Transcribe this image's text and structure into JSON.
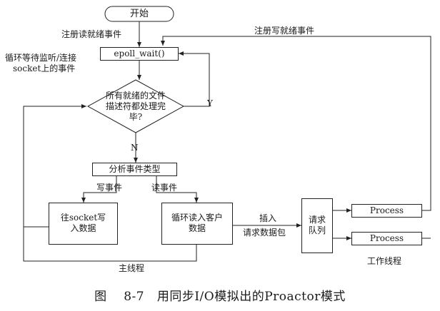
{
  "nodes": {
    "start": "开始",
    "epoll_wait": "epoll_wait()",
    "decision": "所有就绪的文件描述符都处理完毕?",
    "analyze": "分析事件类型",
    "write_socket": "往socket写入数据",
    "read_loop": "循环读入客户数据",
    "queue": "请求队列",
    "process1": "Process",
    "process2": "Process"
  },
  "labels": {
    "register_read": "注册读就绪事件",
    "loop_wait": "循环等待监听/连接",
    "loop_wait_2": "socket上的事件",
    "register_write": "注册写就绪事件",
    "yes": "Y",
    "no": "N",
    "write_event": "写事件",
    "read_event": "读事件",
    "insert": "插入",
    "request_packet": "请求数据包",
    "main_thread": "主线程",
    "worker_threads": "工作线程"
  },
  "caption": {
    "figure": "图",
    "number": "8-7",
    "title": "用同步I/O模拟出的Proactor模式"
  }
}
